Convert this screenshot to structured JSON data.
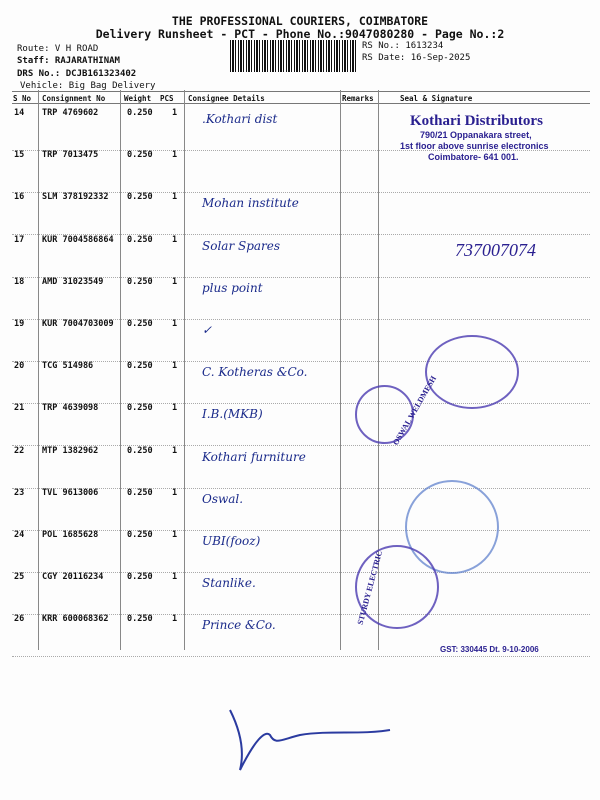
{
  "header": {
    "title": "THE PROFESSIONAL COURIERS, COIMBATORE",
    "subtitle": "Delivery Runsheet - PCT - Phone No.:9047080280 - Page No.:2",
    "route": "Route: V H ROAD",
    "staff": "Staff: RAJARATHINAM",
    "drs": "DRS No.: DCJB161323402",
    "vehicle": "Vehicle: Big Bag Delivery",
    "rs_no": "RS No.: 1613234",
    "rs_date": "RS Date: 16-Sep-2025"
  },
  "columns": [
    "S No",
    "Consignment No",
    "Weight",
    "PCS",
    "Consignee Details",
    "Remarks",
    "Seal & Signature"
  ],
  "rows": [
    {
      "sno": "14",
      "cn": "TRP 4769602",
      "wt": "0.250",
      "pcs": "1",
      "consignee": ".Kothari dist"
    },
    {
      "sno": "15",
      "cn": "TRP 7013475",
      "wt": "0.250",
      "pcs": "1",
      "consignee": ""
    },
    {
      "sno": "16",
      "cn": "SLM 378192332",
      "wt": "0.250",
      "pcs": "1",
      "consignee": "Mohan institute"
    },
    {
      "sno": "17",
      "cn": "KUR 7004586864",
      "wt": "0.250",
      "pcs": "1",
      "consignee": "Solar Spares"
    },
    {
      "sno": "18",
      "cn": "AMD 31023549",
      "wt": "0.250",
      "pcs": "1",
      "consignee": "plus point"
    },
    {
      "sno": "19",
      "cn": "KUR 7004703009",
      "wt": "0.250",
      "pcs": "1",
      "consignee": "✓"
    },
    {
      "sno": "20",
      "cn": "TCG 514986",
      "wt": "0.250",
      "pcs": "1",
      "consignee": "C. Kotheras &Co."
    },
    {
      "sno": "21",
      "cn": "TRP 4639098",
      "wt": "0.250",
      "pcs": "1",
      "consignee": "I.B.(MKB)"
    },
    {
      "sno": "22",
      "cn": "MTP 1382962",
      "wt": "0.250",
      "pcs": "1",
      "consignee": "Kothari furniture"
    },
    {
      "sno": "23",
      "cn": "TVL 9613006",
      "wt": "0.250",
      "pcs": "1",
      "consignee": "Oswal."
    },
    {
      "sno": "24",
      "cn": "POL 1685628",
      "wt": "0.250",
      "pcs": "1",
      "consignee": "UBI(fooz)"
    },
    {
      "sno": "25",
      "cn": "CGY 20116234",
      "wt": "0.250",
      "pcs": "1",
      "consignee": "Stanlike."
    },
    {
      "sno": "26",
      "cn": "KRR 600068362",
      "wt": "0.250",
      "pcs": "1",
      "consignee": "Prince &Co."
    }
  ],
  "stamps": {
    "kothari_name": "Kothari Distributors",
    "kothari_addr1": "790/21 Oppanakara street,",
    "kothari_addr2": "1st floor above sunrise electronics",
    "kothari_addr3": "Coimbatore- 641 001.",
    "phone_note": "737007074",
    "oswal": "OSWAL WELDMESH",
    "sturdy": "STURDY ELECTRIC",
    "gst": "GST: 330445 Dt. 9-10-2006"
  }
}
